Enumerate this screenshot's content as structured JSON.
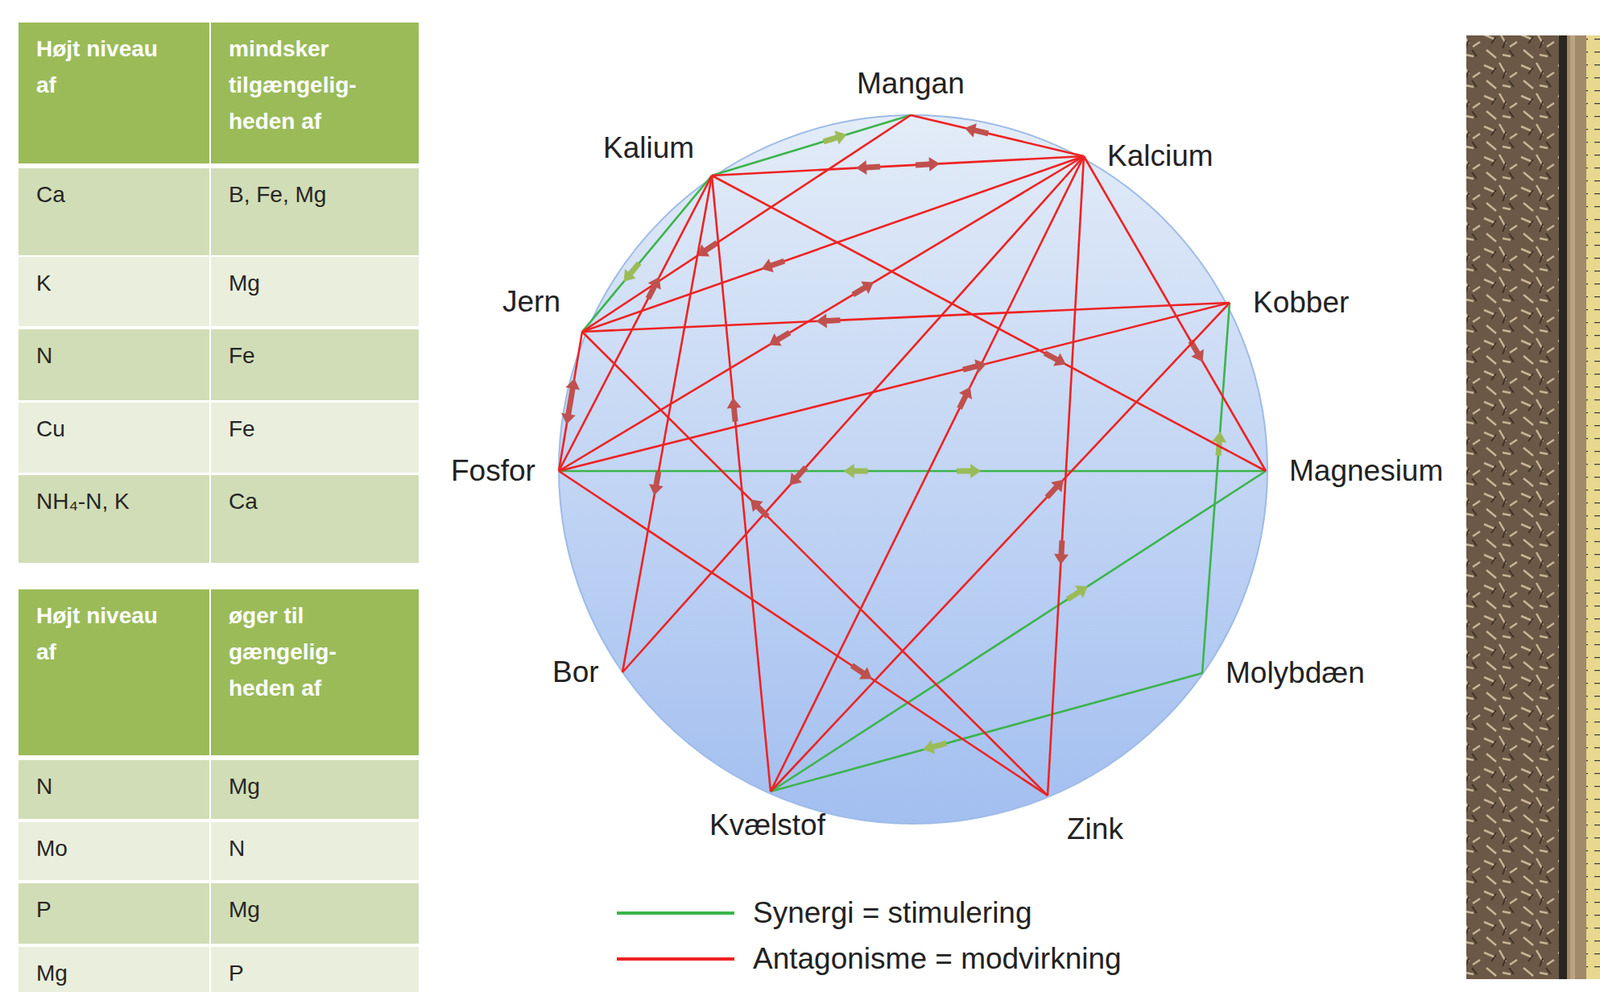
{
  "diagram": {
    "nodes": [
      {
        "text": [
          "Mangan"
        ]
      },
      {
        "text": [
          "Kalium"
        ]
      },
      {
        "text": [
          "Kalcium"
        ]
      },
      {
        "text": [
          "Jern"
        ]
      },
      {
        "text": [
          "Kobber"
        ]
      },
      {
        "text": [
          "Fosfor"
        ]
      },
      {
        "text": [
          "Magnesium"
        ]
      },
      {
        "text": [
          "Bor"
        ]
      },
      {
        "text": [
          "Molybdæn"
        ]
      },
      {
        "text": [
          "Kvælstof"
        ]
      },
      {
        "text": [
          "Zink"
        ]
      }
    ],
    "edges": [
      {
        "from": 1,
        "to": 0,
        "arrow": "to"
      },
      {
        "from": 1,
        "to": 3,
        "arrow": "to"
      },
      {
        "from": 5,
        "to": 6,
        "arrow": "both"
      },
      {
        "from": 8,
        "to": 4,
        "arrow": "to"
      },
      {
        "from": 9,
        "to": 6,
        "arrow": "to"
      },
      {
        "from": 8,
        "to": 9,
        "arrow": "to"
      },
      {
        "from": 2,
        "to": 0,
        "arrow": "to"
      },
      {
        "from": 1,
        "to": 2,
        "arrow": "both"
      },
      {
        "from": 0,
        "to": 3,
        "arrow": "to"
      },
      {
        "from": 2,
        "to": 3,
        "arrow": "to"
      },
      {
        "from": 5,
        "to": 2,
        "arrow": "both"
      },
      {
        "from": 2,
        "to": 6,
        "arrow": "to"
      },
      {
        "from": 1,
        "to": 6,
        "arrow": "to"
      },
      {
        "from": 2,
        "to": 10,
        "arrow": "to"
      },
      {
        "from": 2,
        "to": 7,
        "arrow": "to"
      },
      {
        "from": 9,
        "to": 2,
        "arrow": "to"
      },
      {
        "from": 4,
        "to": 3,
        "arrow": "to"
      },
      {
        "from": 5,
        "to": 4,
        "arrow": "to"
      },
      {
        "from": 9,
        "to": 4,
        "arrow": "to"
      },
      {
        "from": 1,
        "to": 7,
        "arrow": "to"
      },
      {
        "from": 9,
        "to": 1,
        "arrow": "to"
      },
      {
        "from": 5,
        "to": 1,
        "arrow": "to"
      },
      {
        "from": 3,
        "to": 5,
        "arrow": "both"
      },
      {
        "from": 5,
        "to": 10,
        "arrow": "to"
      },
      {
        "from": 10,
        "to": 3,
        "arrow": "to"
      }
    ],
    "labels": [
      "Højt niveau af",
      "mindsker tilgængelig- heden af",
      "Ca",
      "B, Fe, Mg",
      "K",
      "Mg",
      "N",
      "Fe",
      "Cu",
      "Fe",
      "NH₄-N, K",
      "Ca",
      "Højt niveau af",
      "øger til gængelig- heden af",
      "N",
      "Mg",
      "Mo",
      "N",
      "P",
      "Mg",
      "Mg",
      "P"
    ],
    "legend": [
      {
        "text": "Synergi = stimulering"
      },
      {
        "text": "Antagonisme = modvirkning"
      }
    ]
  }
}
